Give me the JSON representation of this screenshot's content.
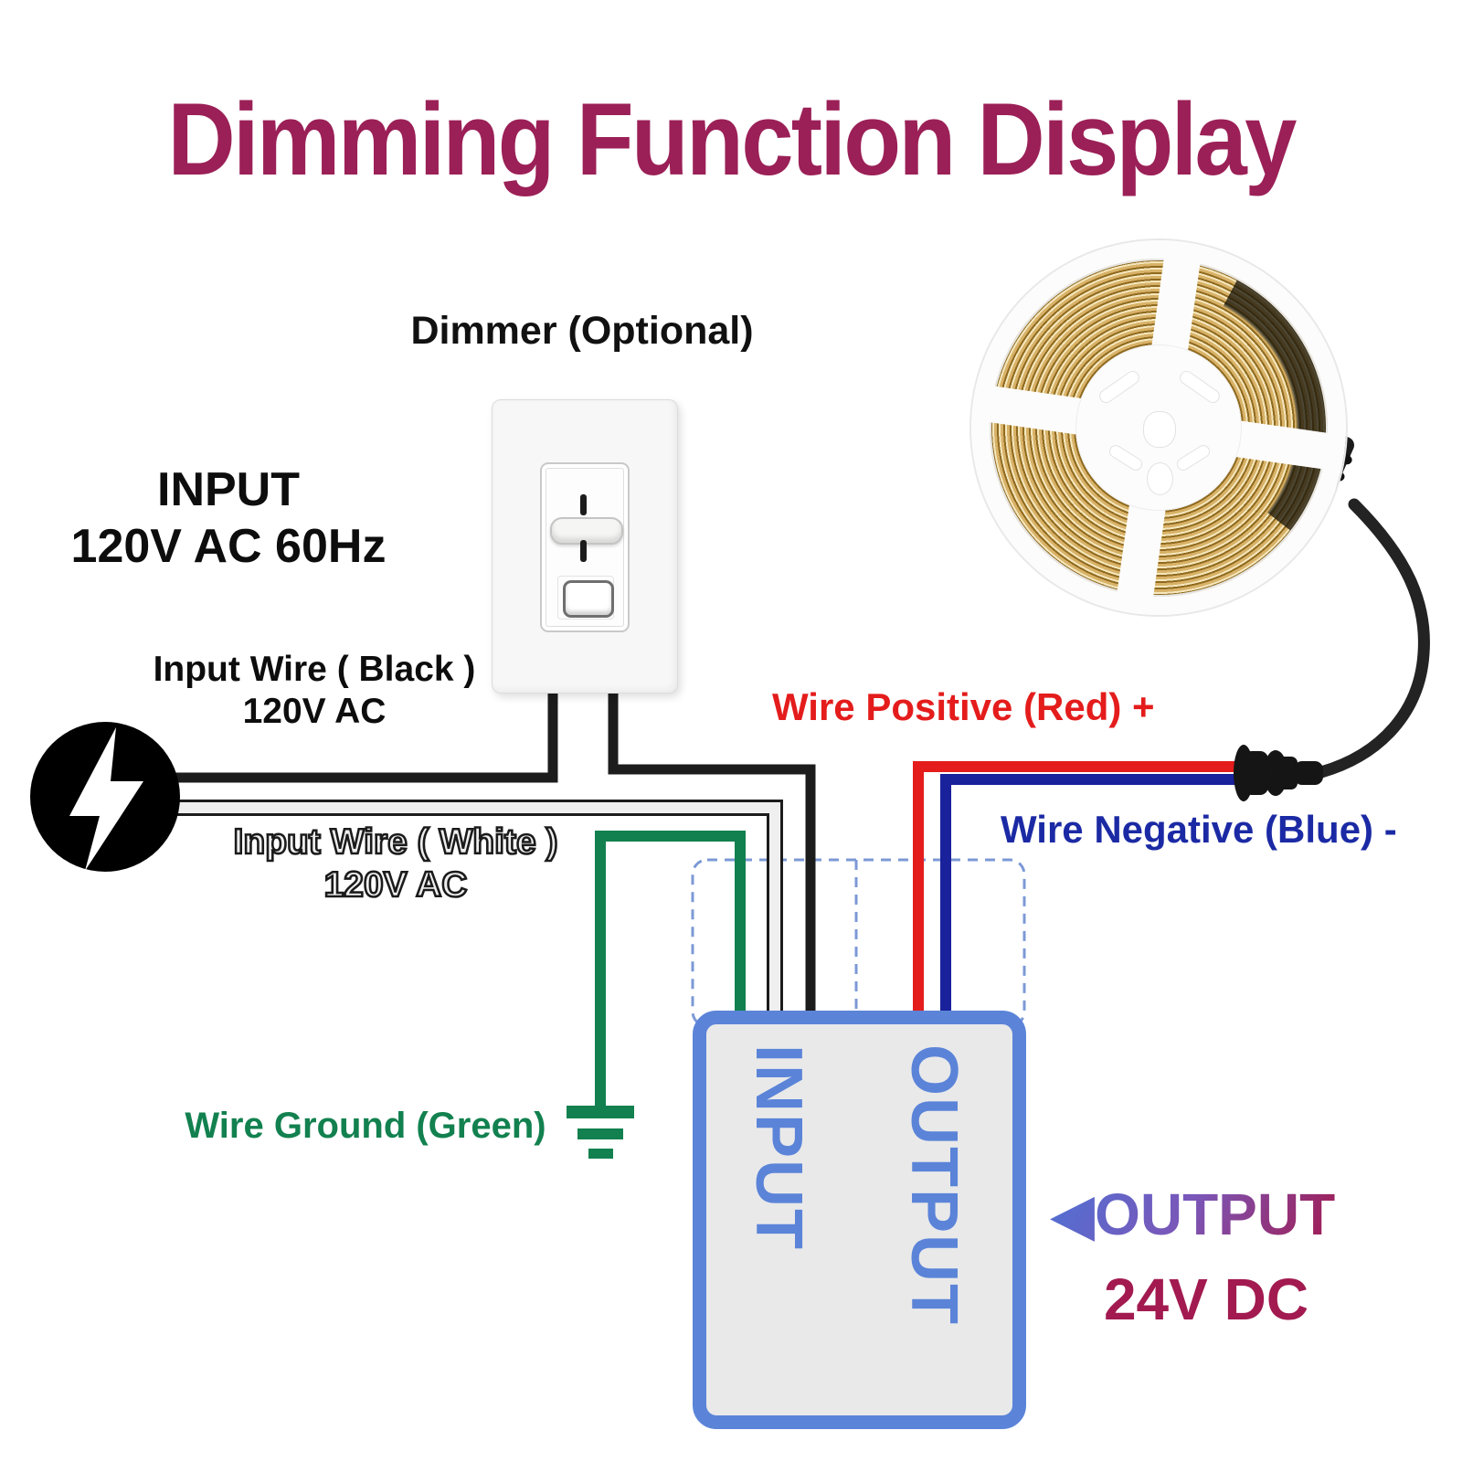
{
  "title": "Dimming Function Display",
  "labels": {
    "dimmer": "Dimmer (Optional)",
    "input_line1": "INPUT",
    "input_line2": "120V AC 60Hz",
    "input_wire_black_line1": "Input Wire ( Black )",
    "input_wire_black_line2": "120V AC",
    "input_wire_white_line1": "Input Wire ( White )",
    "input_wire_white_line2": "120V AC",
    "wire_ground": "Wire Ground (Green)",
    "wire_positive": "Wire Positive (Red) +",
    "wire_negative": "Wire Negative (Blue) -",
    "output_arrow": "◀OUTPUT",
    "output_voltage": "24V DC",
    "psu_input": "INPUT",
    "psu_output": "OUTPUT"
  },
  "icons": {
    "lightning": "lightning-bolt-icon",
    "ground": "earth-ground-icon",
    "output_arrow": "left-arrow-icon"
  },
  "colors": {
    "title": "#9b2057",
    "label_black": "#0d0d0d",
    "wire_black": "#1c1c1c",
    "wire_white_fill": "#efefef",
    "wire_green": "#12814f",
    "wire_red": "#e41c1c",
    "wire_blue": "#19219b",
    "label_red": "#e41c1c",
    "label_blue": "#1b2aa4",
    "psu_border": "#5b84d8",
    "psu_fill": "#e9e9ea",
    "dashed_outline": "#7c99d6",
    "output_gradient_start": "#4d72d6",
    "output_gradient_end": "#a21a50",
    "led_strip_gold": "#d8b268"
  }
}
